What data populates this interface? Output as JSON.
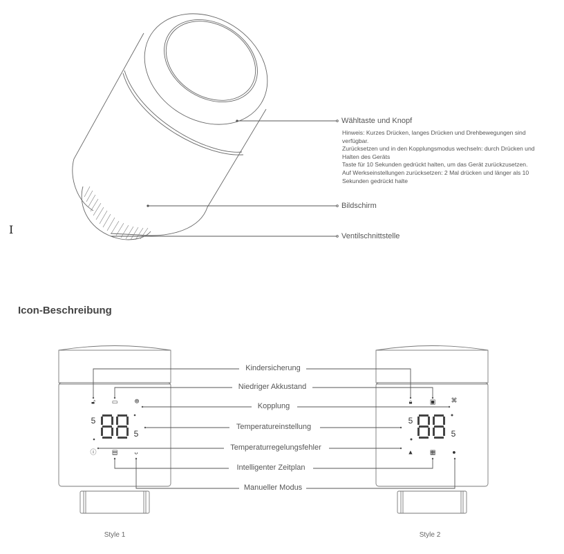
{
  "product_diagram": {
    "callouts": [
      {
        "label": "Wähltaste und Knopf"
      },
      {
        "label": "Bildschirm"
      },
      {
        "label": "Ventilschnittstelle"
      }
    ],
    "note_lines": [
      "Hinweis: Kurzes Drücken, langes Drücken und Drehbewegungen sind verfügbar.",
      "Zurücksetzen und in den Kopplungsmodus wechseln: durch Drücken und Halten des Geräts",
      "Taste für 10 Sekunden gedrückt halten, um das Gerät zurückzusetzen.",
      "Auf Werkseinstellungen zurücksetzen: 2 Mal drücken und länger als 10 Sekunden gedrückt halte"
    ]
  },
  "icon_section": {
    "heading": "Icon-Beschreibung",
    "labels": [
      "Kindersicherung",
      "Niedriger Akkustand",
      "Kopplung",
      "Temperatureinstellung",
      "Temperaturregelungsfehler",
      "Intelligenter Zeitplan",
      "Manueller Modus"
    ],
    "style1": {
      "label": "Style 1",
      "icons": [
        "lock-outline-icon",
        "battery-outline-icon",
        "globe-icon",
        "alert-circle-icon",
        "calendar-outline-icon",
        "hand-outline-icon"
      ],
      "display": "88",
      "unit": "5"
    },
    "style2": {
      "label": "Style 2",
      "icons": [
        "lock-filled-icon",
        "battery-filled-icon",
        "link-icon",
        "warning-triangle-icon",
        "calendar-filled-icon",
        "hand-filled-icon"
      ],
      "display": "88",
      "unit": "5"
    }
  },
  "colors": {
    "line": "#555555",
    "text": "#555555",
    "heading": "#444444",
    "lcd": "#333333"
  }
}
